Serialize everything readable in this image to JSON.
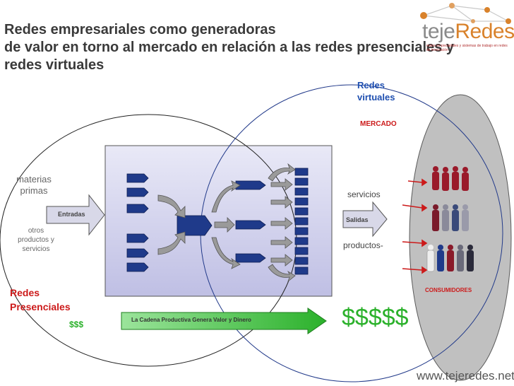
{
  "title": {
    "line1": "Redes empresariales como generadoras",
    "line2": "de valor en torno al mercado en relación a las redes presenciales y",
    "line3": "redes virtuales"
  },
  "logo": {
    "part1": "teje",
    "part2": "Redes",
    "tagline": "redes empresariales y sistemas de trabajo en redes de innovación"
  },
  "labels": {
    "redes_virtuales_1": "Redes",
    "redes_virtuales_2": "virtuales",
    "mercado": "MERCADO",
    "materias_1": "materias",
    "materias_2": "primas",
    "entradas": "Entradas",
    "otros_1": "otros",
    "otros_2": "productos y",
    "otros_3": "servicios",
    "servicios": "servicios",
    "salidas": "Salidas",
    "productos": "productos",
    "redes_presenciales_1": "Redes",
    "redes_presenciales_2": "Presenciales",
    "money_small": "$$$",
    "cadena": "La Cadena Productiva Genera Valor y Dinero",
    "money_big": "$$$$$",
    "consumidores": "CONSUMIDORES",
    "website": "www.tejeredes.net"
  },
  "colors": {
    "accent_blue": "#1f4fb0",
    "accent_red": "#cc1a1a",
    "green": "#2bb12b",
    "box_fill": "#c8c8e8",
    "ellipse_fill": "#c0c0c0"
  }
}
